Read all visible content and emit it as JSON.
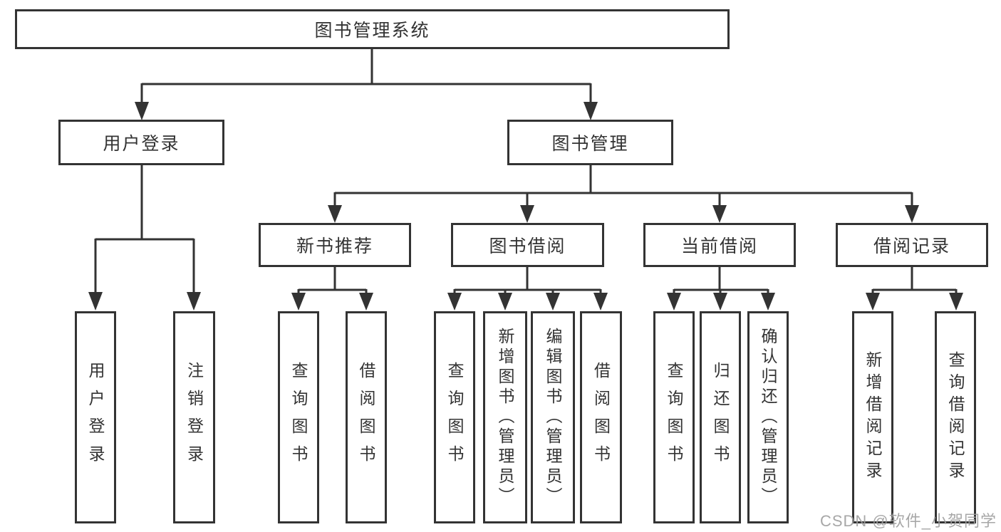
{
  "diagram": {
    "root": {
      "label": "图书管理系统",
      "children": [
        {
          "label": "用户登录",
          "children": [
            {
              "label": "用户登录"
            },
            {
              "label": "注销登录"
            }
          ]
        },
        {
          "label": "图书管理",
          "children": [
            {
              "label": "新书推荐",
              "children": [
                {
                  "label": "查询图书"
                },
                {
                  "label": "借阅图书"
                }
              ]
            },
            {
              "label": "图书借阅",
              "children": [
                {
                  "label": "查询图书"
                },
                {
                  "label": "新增图书（管理员）"
                },
                {
                  "label": "编辑图书（管理员）"
                },
                {
                  "label": "借阅图书"
                }
              ]
            },
            {
              "label": "当前借阅",
              "children": [
                {
                  "label": "查询图书"
                },
                {
                  "label": "归还图书"
                },
                {
                  "label": "确认归还（管理员）"
                }
              ]
            },
            {
              "label": "借阅记录",
              "children": [
                {
                  "label": "新增借阅记录"
                },
                {
                  "label": "查询借阅记录"
                }
              ]
            }
          ]
        }
      ]
    }
  },
  "watermark": {
    "text": "CSDN @软件_小贺同学",
    "color": "#9e9e9e"
  },
  "colors": {
    "line": "#333333",
    "box_border": "#333333",
    "box_fill": "#ffffff",
    "text": "#333333",
    "background": "#ffffff"
  }
}
